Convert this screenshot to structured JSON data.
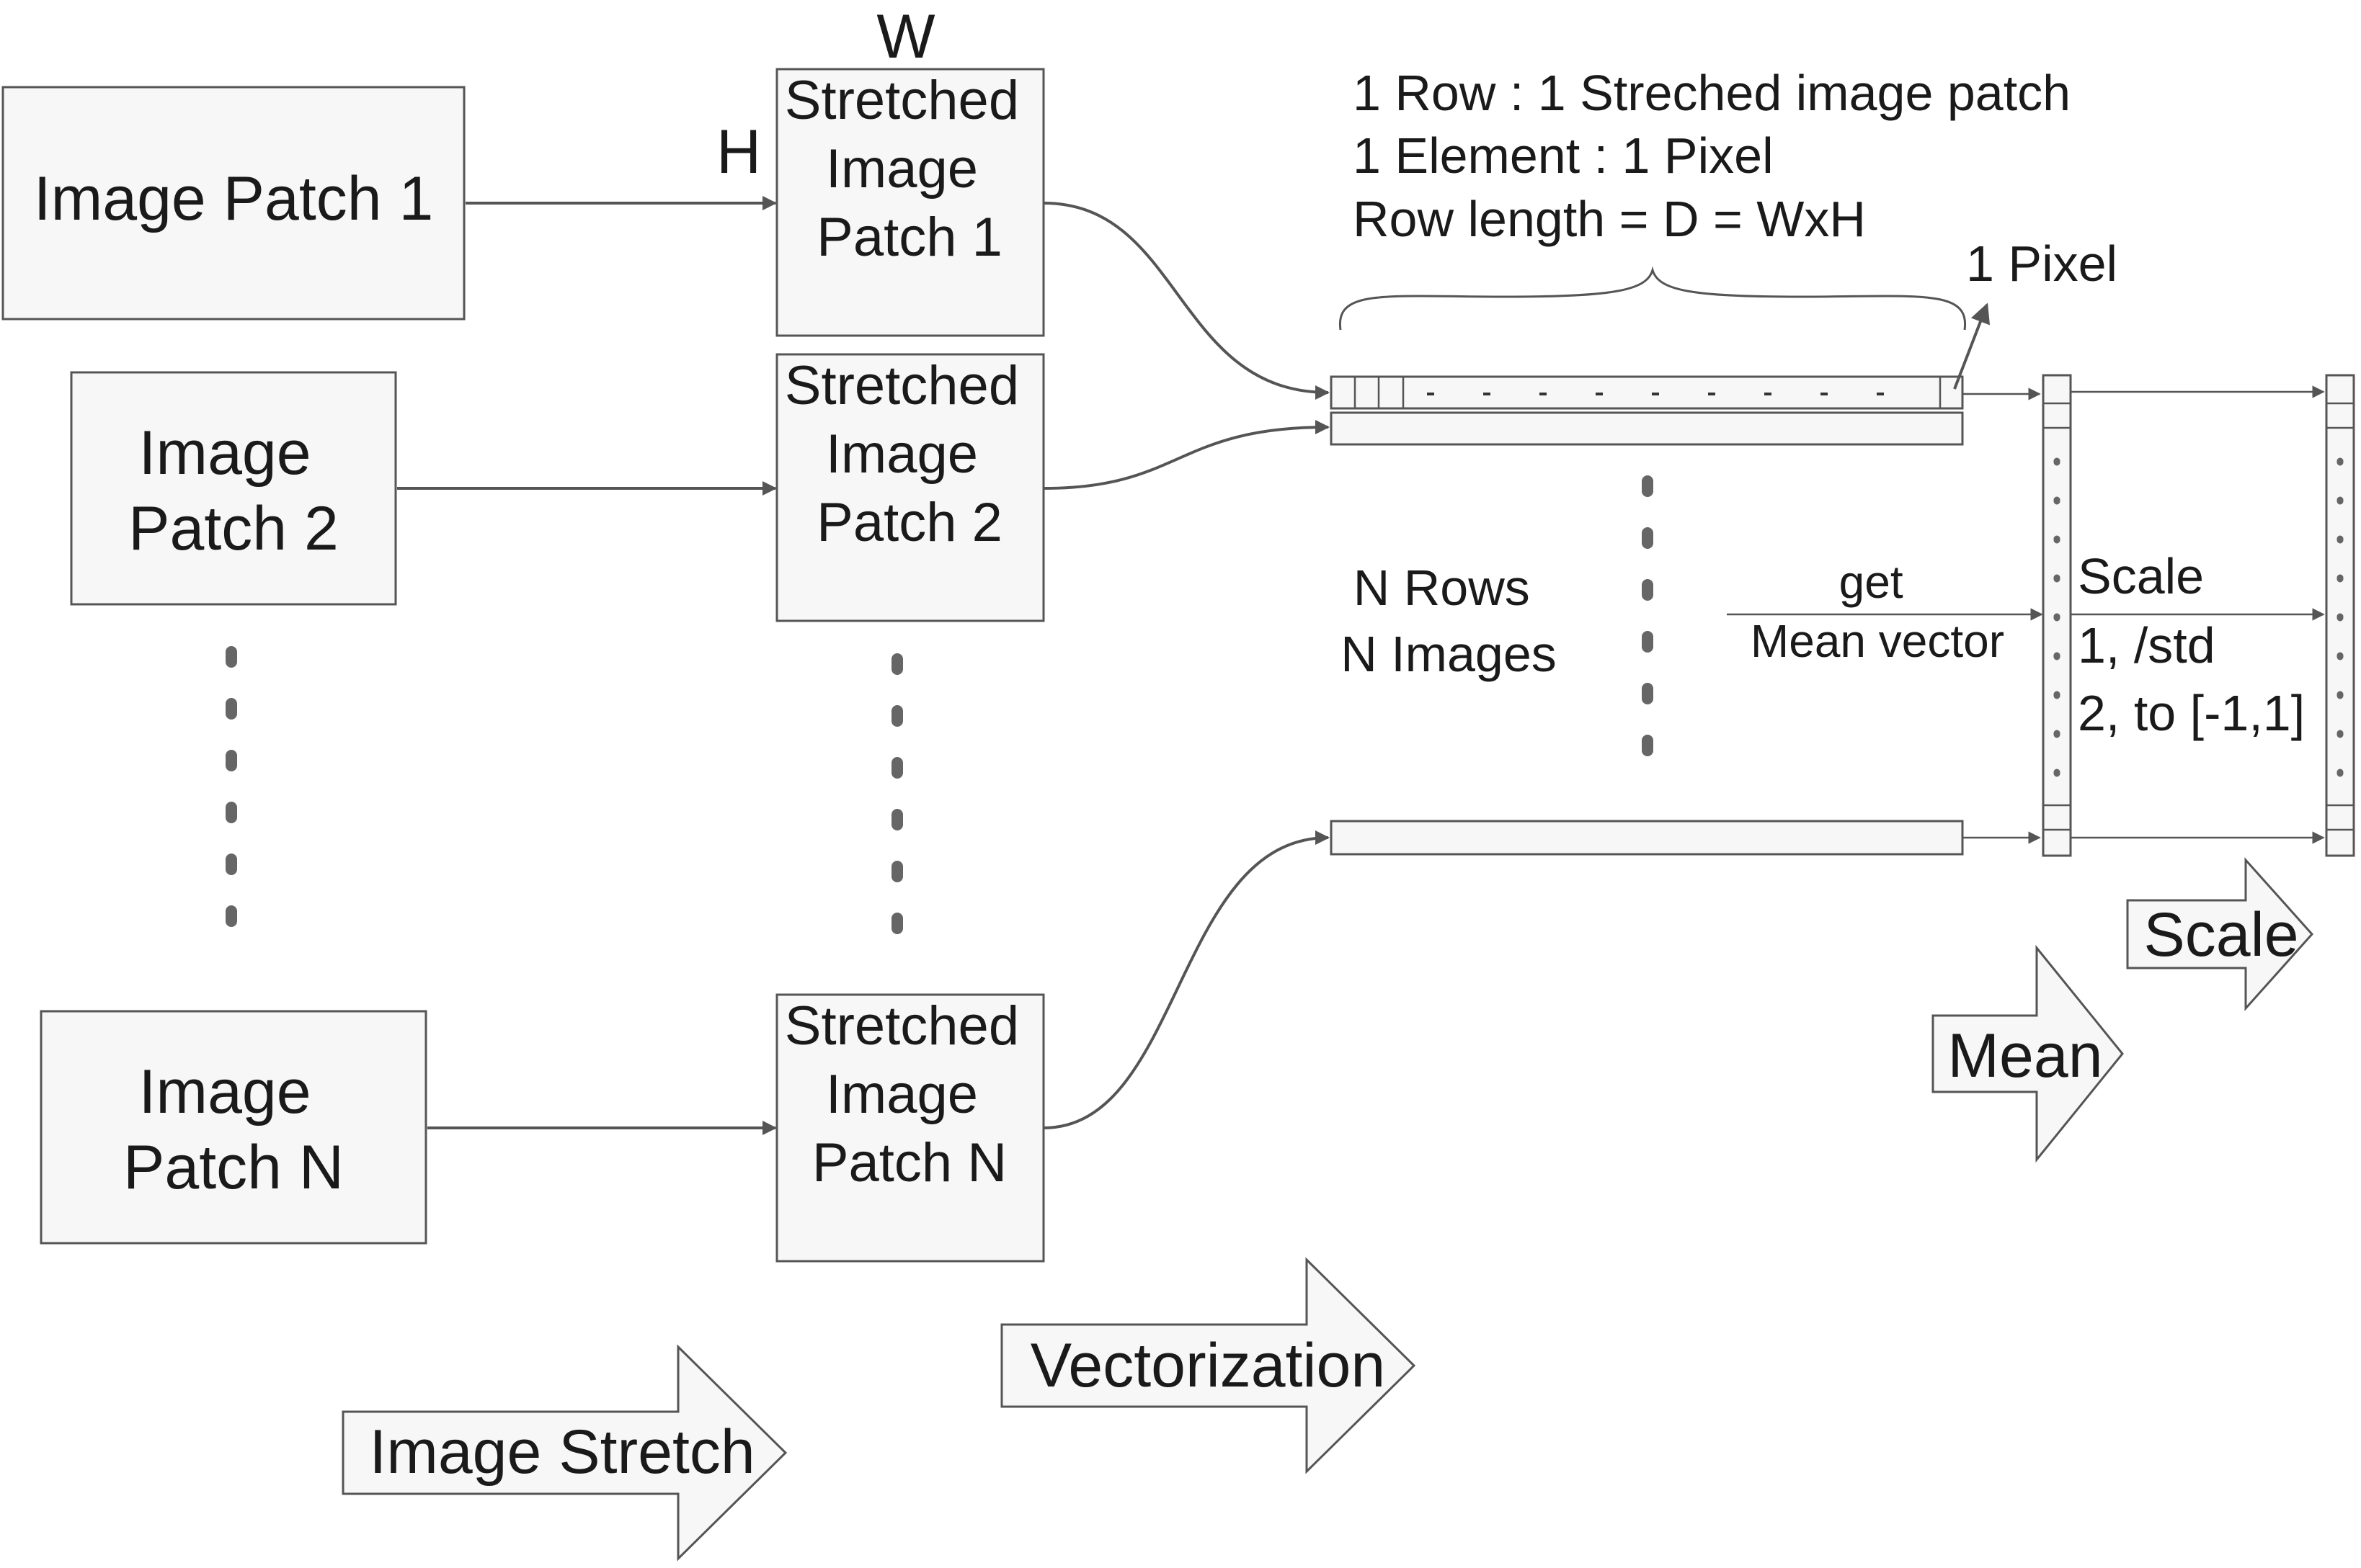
{
  "input_patches": [
    {
      "lines": [
        "Image Patch 1"
      ]
    },
    {
      "lines": [
        "Image",
        "Patch 2"
      ]
    },
    {
      "lines": [
        "Image",
        "Patch N"
      ]
    }
  ],
  "stretched_patches": [
    {
      "lines": [
        "Stretched",
        "Image",
        "Patch 1"
      ]
    },
    {
      "lines": [
        "Stretched",
        "Image",
        "Patch 2"
      ]
    },
    {
      "lines": [
        "Stretched",
        "Image",
        "Patch N"
      ]
    }
  ],
  "dimension_labels": {
    "width": "W",
    "height": "H"
  },
  "row_notes": [
    "1 Row : 1 Streched image patch",
    "1 Element : 1 Pixel",
    "Row length = D = WxH"
  ],
  "pixel_label": "1 Pixel",
  "rows_label": [
    "N Rows",
    "N Images"
  ],
  "mean_label": [
    "get",
    "Mean vector"
  ],
  "scale_note": [
    "Scale",
    "1, /std",
    "2, to [-1,1]"
  ],
  "stage_arrows": {
    "image_stretch": "Image Stretch",
    "vectorization": "Vectorization",
    "mean": "Mean",
    "scale": "Scale"
  }
}
